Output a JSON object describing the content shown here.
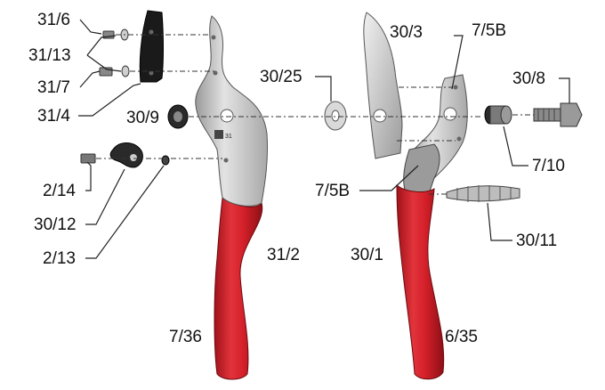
{
  "labels": {
    "l_31_6": "31/6",
    "l_31_13": "31/13",
    "l_31_7": "31/7",
    "l_31_4": "31/4",
    "l_30_9": "30/9",
    "l_2_14": "2/14",
    "l_30_12": "30/12",
    "l_2_13": "2/13",
    "l_31_2": "31/2",
    "l_7_36": "7/36",
    "l_30_3": "30/3",
    "l_7_5B_top": "7/5B",
    "l_30_25": "30/25",
    "l_30_8": "30/8",
    "l_7_10": "7/10",
    "l_7_5B_mid": "7/5B",
    "l_30_11": "30/11",
    "l_30_1": "30/1",
    "l_6_35": "6/35"
  },
  "logo": {
    "brand_mark": "31"
  },
  "colors": {
    "handle_red": "#d4202a",
    "handle_red_dark": "#9e1118",
    "steel": "#c9c9c9",
    "steel_dark": "#8a8a8a",
    "black_part": "#1a1a1a"
  }
}
